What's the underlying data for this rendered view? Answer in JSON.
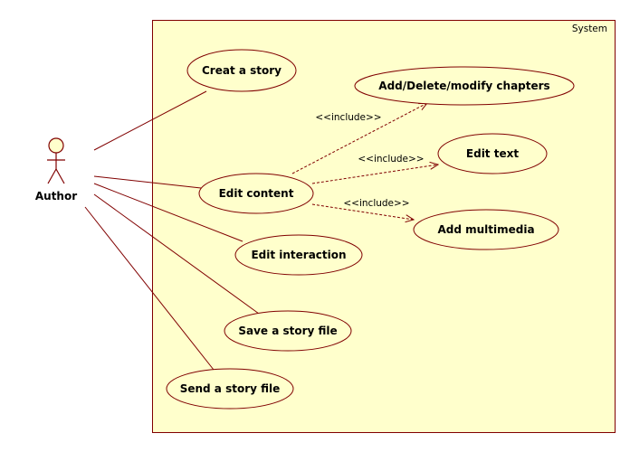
{
  "system": {
    "label": "System",
    "fill": "#ffffcc",
    "stroke": "#800000"
  },
  "actor": {
    "label": "Author"
  },
  "use_cases": {
    "creat_story": "Creat a story",
    "add_chapters": "Add/Delete/modify chapters",
    "edit_text": "Edit text",
    "edit_content": "Edit content",
    "add_multimedia": "Add multimedia",
    "edit_interaction": "Edit interaction",
    "save_story": "Save a story file",
    "send_story": "Send a story file"
  },
  "relations": {
    "include_chapters": "<<include>>",
    "include_text": "<<include>>",
    "include_multimedia": "<<include>>"
  }
}
